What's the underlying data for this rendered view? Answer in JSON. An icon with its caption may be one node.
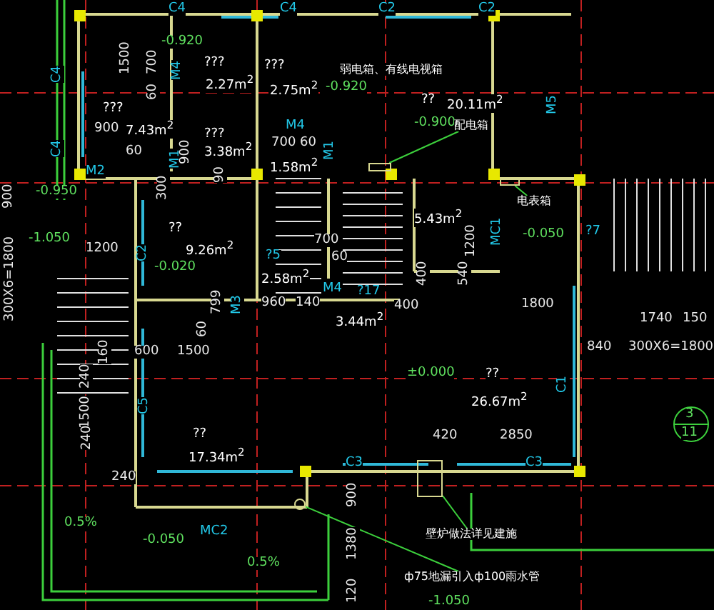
{
  "diagram": {
    "nodes": [
      {
        "text": [
          "配电箱"
        ]
      },
      {
        "text": [],
        "shape": "box"
      },
      {
        "text": [
          "电表箱"
        ]
      },
      {
        "text": [],
        "shape": "box"
      },
      {
        "text": [
          "壁炉做法详见建施"
        ]
      },
      {
        "text": [],
        "shape": "box"
      },
      {
        "text": [
          "ф75地漏引入ф100雨水管"
        ]
      },
      {
        "text": [],
        "shape": "circle"
      }
    ],
    "edges": [
      {
        "from": 0,
        "to": 1,
        "arrow": "none"
      },
      {
        "from": 2,
        "to": 3,
        "arrow": "none"
      },
      {
        "from": 4,
        "to": 5,
        "arrow": "none"
      },
      {
        "from": 6,
        "to": 7,
        "arrow": "none"
      }
    ],
    "labels": [
      "C4",
      "C4",
      "C2",
      "C2",
      "-0.920",
      "1500",
      "700",
      "60",
      "M4",
      "???",
      "2.27m$^{2}$",
      "???",
      "2.75m$^{2}$",
      "-0.920",
      "弱电箱、有线电视箱",
      "??",
      "20.11m$^{2}$",
      "-0.900",
      "C4",
      "C4",
      "???",
      "900",
      "7.43m$^{2}$",
      "60",
      "???",
      "M1",
      "900",
      "3.38m$^{2}$",
      "90",
      "M4",
      "700",
      "60",
      "1.58m$^{2}$",
      "M1",
      "M5",
      "M2",
      "-0.950",
      "900",
      "300",
      "??",
      "C2",
      "9.26m$^{2}$",
      "-0.020",
      "1200",
      "-1.050",
      "300X6=1800",
      "?5",
      "2.58m$^{2}$",
      "700",
      "60",
      "M4",
      "799",
      "60",
      "M3",
      "960",
      "140",
      "5.43m$^{2}$",
      "1200",
      "MC1",
      "400",
      "540",
      "400",
      "?17",
      "3.44m$^{2}$",
      "-0.050",
      "?7",
      "1800",
      "1740",
      "150",
      "840",
      "300X6=1800",
      "600",
      "1500",
      "240",
      "160",
      "1500",
      "C5",
      "±0.000",
      "??",
      "26.67m$^{2}$",
      "C1",
      "420",
      "2850",
      "C3",
      "C3",
      "??",
      "17.34m$^{2}$",
      "240",
      "240",
      "0.5%",
      "-0.050",
      "MC2",
      "0.5%",
      "900",
      "1380",
      "120",
      "3",
      "11",
      "-1.050"
    ]
  }
}
